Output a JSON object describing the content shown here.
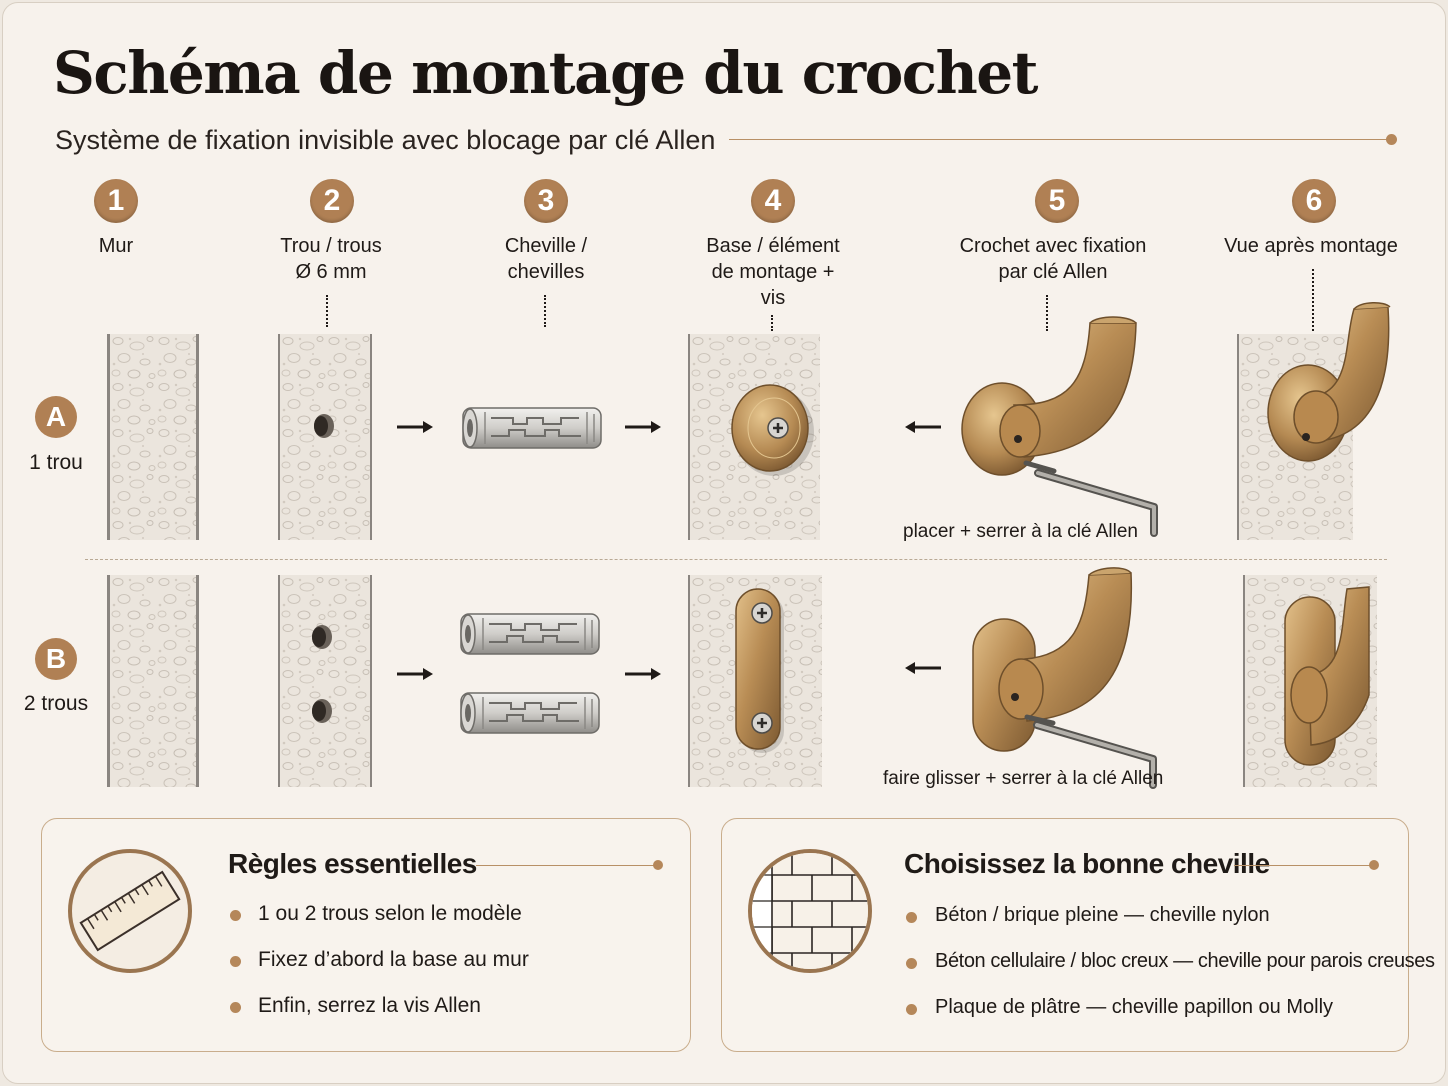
{
  "header": {
    "title": "Schéma de montage du crochet",
    "subtitle": "Système de fixation invisible avec blocage par clé Allen"
  },
  "steps": [
    {
      "number": "1",
      "label": "Mur"
    },
    {
      "number": "2",
      "label": "Trou / trous\nØ 6 mm"
    },
    {
      "number": "3",
      "label": "Cheville /\nchevilles"
    },
    {
      "number": "4",
      "label": "Base / élément\nde montage +\nvis"
    },
    {
      "number": "5",
      "label": "Crochet avec fixation\npar clé Allen"
    },
    {
      "number": "6",
      "label": "Vue après montage"
    }
  ],
  "rows": [
    {
      "letter": "A",
      "label": "1 trou",
      "caption": "placer + serrer à la clé Allen"
    },
    {
      "letter": "B",
      "label": "2 trous",
      "caption": "faire glisser + serrer à la clé Allen"
    }
  ],
  "rules_box": {
    "title": "Règles essentielles",
    "items": [
      "1 ou 2 trous selon le modèle",
      "Fixez d’abord la base au mur",
      "Enfin, serrez la vis Allen"
    ]
  },
  "anchor_box": {
    "title": "Choisissez la bonne cheville",
    "items": [
      "Béton / brique pleine — cheville nylon",
      "Béton cellulaire / bloc creux — cheville pour parois creuses",
      "Plaque de plâtre — cheville papillon ou Molly"
    ]
  },
  "colors": {
    "accent": "#b08054",
    "brass": "#b98d55",
    "background": "#f7f2ec"
  }
}
